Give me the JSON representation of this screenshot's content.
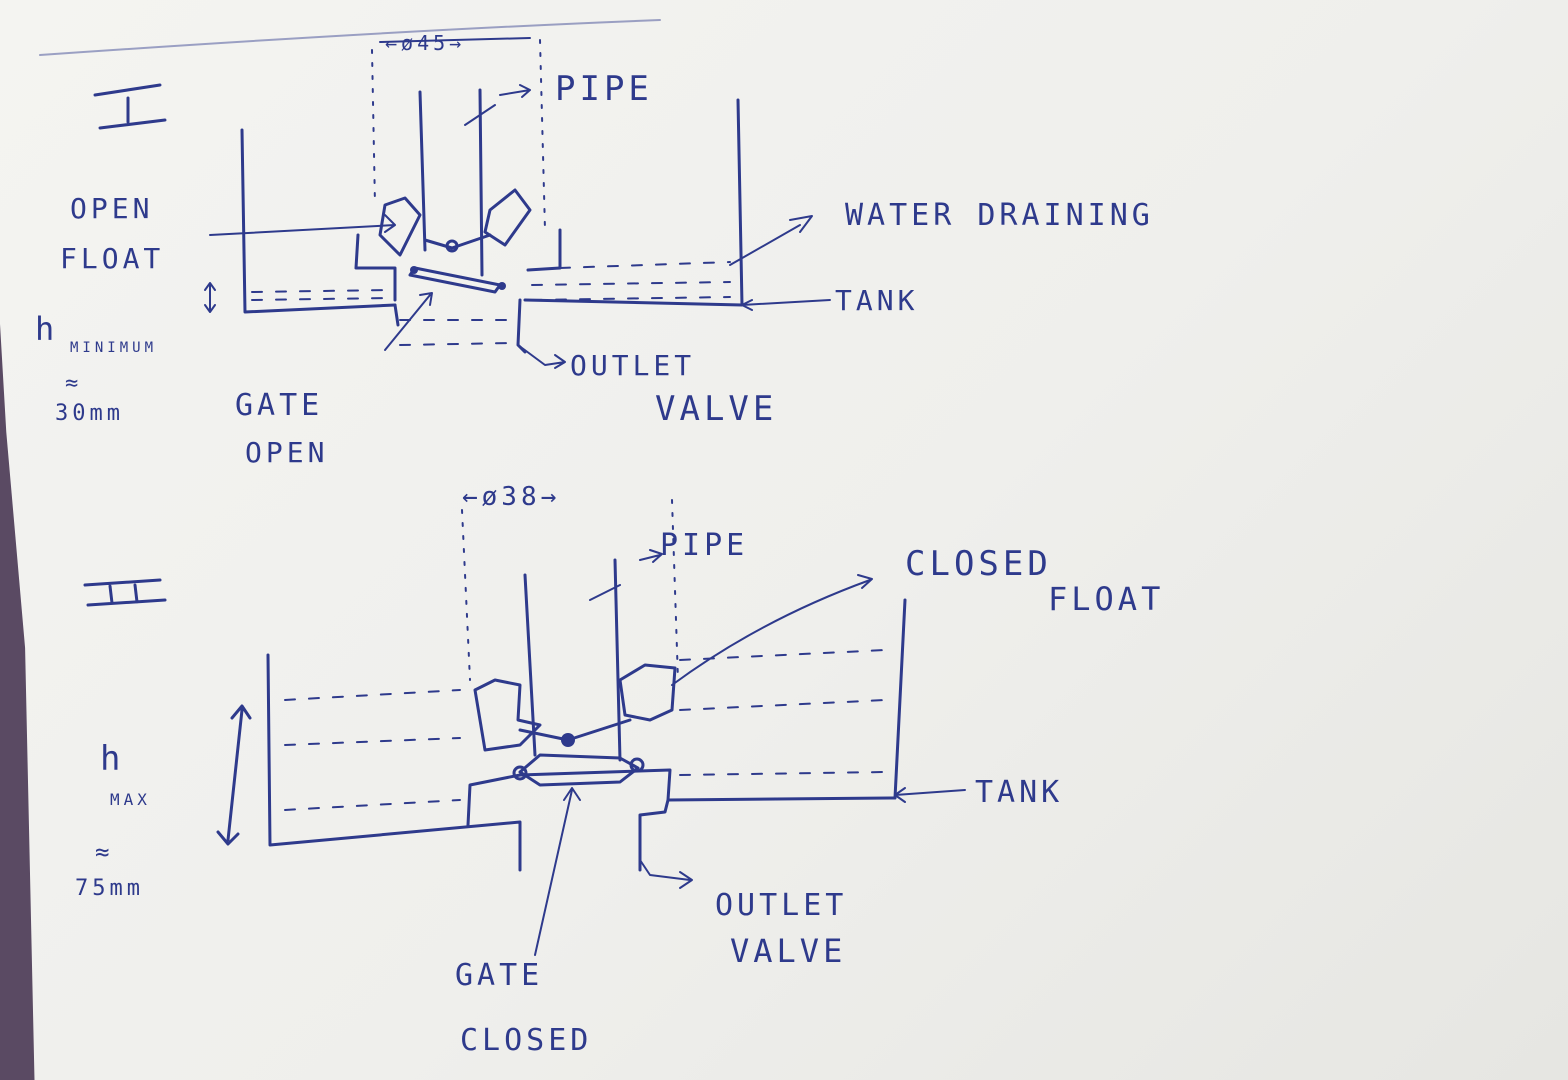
{
  "diagram_1": {
    "roman": "I",
    "dim_top": "←ø45→",
    "pipe": "PIPE",
    "float_1": "OPEN",
    "float_2": "FLOAT",
    "water": "WATER DRAINING",
    "tank": "TANK",
    "h": "h",
    "h_sub": "MINIMUM",
    "approx": "≈",
    "h_val": "30mm",
    "gate_1": "GATE",
    "gate_2": "OPEN",
    "valve_1": "OUTLET",
    "valve_2": "VALVE"
  },
  "diagram_2": {
    "roman": "II",
    "dim_top": "←ø38→",
    "pipe": "PIPE",
    "float_1": "CLOSED",
    "float_2": "FLOAT",
    "tank": "TANK",
    "h": "h",
    "h_sub": "MAX",
    "approx": "≈",
    "h_val": "75mm",
    "gate_1": "GATE",
    "gate_2": "CLOSED",
    "valve_1": "OUTLET",
    "valve_2": "VALVE"
  },
  "colors": {
    "ink": "#2e3a8c",
    "paper": "#f2f2ef",
    "background": "#5a4a63"
  }
}
